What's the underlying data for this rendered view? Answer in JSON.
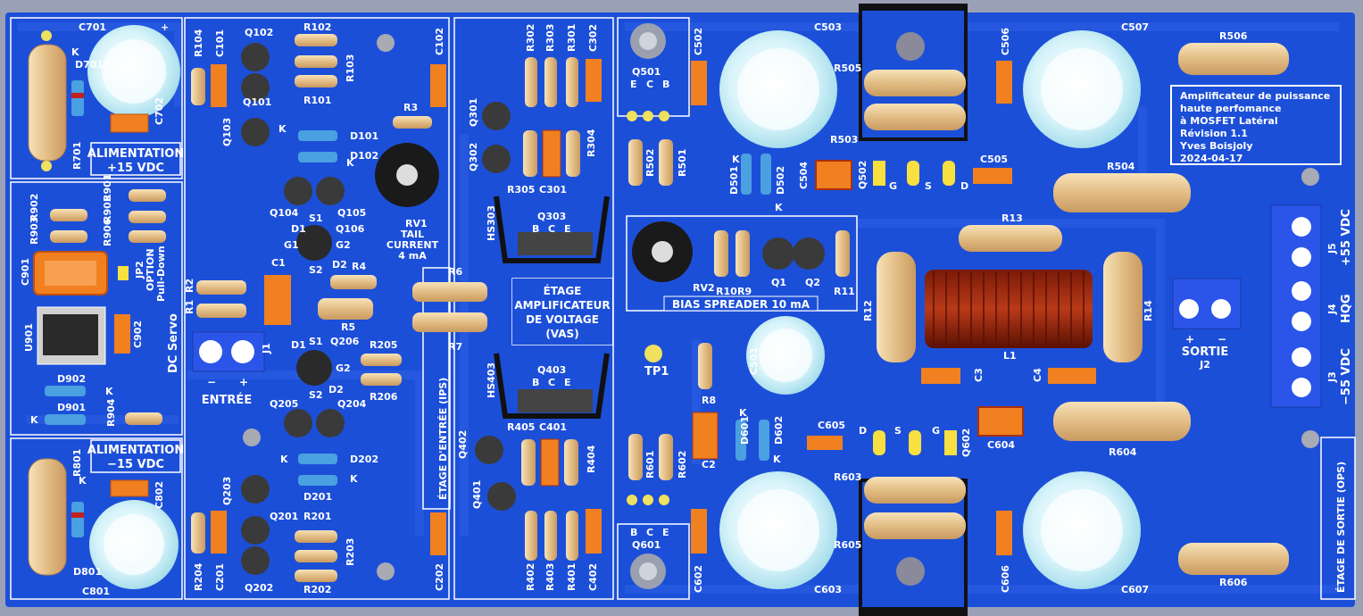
{
  "colors": {
    "board": "#1c4fd8",
    "frame": "#9aa0b6",
    "silkscreen": "#ffffff",
    "resistor": "#e8c890",
    "capacitor_smd": "#f08020",
    "electrolytic": "#c8eef6",
    "transistor": "#3a3a3a",
    "terminal": "#2a55e8",
    "inductor": "#9a2a10",
    "heatsink": "#1a1a1a"
  },
  "labels": {
    "alim_pos_title": "ALIMENTATION",
    "alim_pos_value": "+15 VDC",
    "alim_neg_title": "ALIMENTATION",
    "alim_neg_value": "−15 VDC",
    "dc_servo": "DC Servo",
    "option": "OPTION",
    "pull_down": "Pull-Down",
    "rv1_name": "RV1",
    "rv1_line1": "TAIL",
    "rv1_line2": "CURRENT",
    "rv1_line3": "4 mA",
    "entree": "ENTRÉE",
    "entree_minus": "−",
    "entree_plus": "+",
    "ips": "ÉTAGE D'ENTRÉE (IPS)",
    "vas_line1": "ÉTAGE",
    "vas_line2": "AMPLIFICATEUR",
    "vas_line3": "DE VOLTAGE",
    "vas_line4": "(VAS)",
    "bias_spreader": "BIAS SPREADER 10 mA",
    "tp1": "TP1",
    "ops": "ÉTAGE DE SORTIE (OPS)",
    "sortie": "SORTIE",
    "sortie_plus": "+",
    "sortie_minus": "−",
    "j2": "J2",
    "j3_name": "J3",
    "j3_value": "−55 VDC",
    "j4_name": "J4",
    "j4_value": "HQG",
    "j5_name": "J5",
    "j5_value": "+55 VDC",
    "title_block": [
      "Amplificateur de puissance",
      "haute perfomance",
      "à MOSFET Latéral",
      "Révision 1.1",
      "Yves Boisjoly",
      "2024-04-17"
    ],
    "q501_pins": [
      "E",
      "C",
      "B"
    ],
    "q601_pins": [
      "B",
      "C",
      "E"
    ],
    "q303_pins": [
      "B",
      "C",
      "E"
    ],
    "q403_pins": [
      "B",
      "C",
      "E"
    ],
    "q502_pins": [
      "G",
      "S",
      "D"
    ],
    "q602_pins": [
      "D",
      "S",
      "G"
    ]
  },
  "refs": {
    "C701": "C701",
    "D701": "D701",
    "R701": "R701",
    "C702": "C702",
    "K_d701": "K",
    "R104": "R104",
    "C101": "C101",
    "Q102": "Q102",
    "R102": "R102",
    "R103": "R103",
    "Q101": "Q101",
    "R101": "R101",
    "C102": "C102",
    "R3": "R3",
    "Q103": "Q103",
    "D101": "D101",
    "D102": "D102",
    "K_d101": "K",
    "K_d102": "K",
    "Q104": "Q104",
    "Q105": "Q105",
    "Q106": "Q106",
    "S1a": "S1",
    "D1a": "D1",
    "G1": "G1",
    "G2a": "G2",
    "S2a": "S2",
    "D2a": "D2",
    "R903": "R903",
    "R902": "R902",
    "R905": "R905",
    "R901": "R901",
    "R906": "R906",
    "C901": "C901",
    "JP2": "JP2",
    "U901": "U901",
    "C902": "C902",
    "D902": "D902",
    "D901": "D901",
    "R904": "R904",
    "K_d902": "K",
    "K_d901": "K",
    "R2": "R2",
    "R1": "R1",
    "C1": "C1",
    "R4": "R4",
    "R5": "R5",
    "J1": "J1",
    "R6": "R6",
    "R7": "R7",
    "D1b": "D1",
    "S1b": "S1",
    "Q206": "Q206",
    "G2b": "G2",
    "S2b": "S2",
    "D2b": "D2",
    "R205": "R205",
    "R206": "R206",
    "Q205": "Q205",
    "Q204": "Q204",
    "D202": "D202",
    "D201": "D201",
    "K_d202": "K",
    "K_d201": "K",
    "Q203": "Q203",
    "Q201": "Q201",
    "R201": "R201",
    "R203": "R203",
    "Q202": "Q202",
    "R202": "R202",
    "R204": "R204",
    "C201": "C201",
    "C202": "C202",
    "R801": "R801",
    "D801": "D801",
    "C801": "C801",
    "C802": "C802",
    "K_d801": "K",
    "R302": "R302",
    "R303": "R303",
    "R301": "R301",
    "C302": "C302",
    "Q301": "Q301",
    "Q302": "Q302",
    "R304": "R304",
    "R305": "R305",
    "C301": "C301",
    "HS303": "HS303",
    "Q303": "Q303",
    "HS403": "HS403",
    "Q403": "Q403",
    "R405": "R405",
    "C401": "C401",
    "Q402": "Q402",
    "Q401": "Q401",
    "R404": "R404",
    "R402": "R402",
    "R403": "R403",
    "R401": "R401",
    "C402": "C402",
    "Q501": "Q501",
    "C502": "C502",
    "R502": "R502",
    "R501": "R501",
    "D501": "D501",
    "D502": "D502",
    "K_d501": "K",
    "K_d502": "K",
    "C503": "C503",
    "R505": "R505",
    "R503": "R503",
    "C504": "C504",
    "Q502": "Q502",
    "C506": "C506",
    "C507": "C507",
    "C505": "C505",
    "R506": "R506",
    "R504": "R504",
    "RV2": "RV2",
    "R10": "R10",
    "R9": "R9",
    "Q1": "Q1",
    "Q2": "Q2",
    "R11": "R11",
    "R13": "R13",
    "R12": "R12",
    "R14": "R14",
    "L1": "L1",
    "C3": "C3",
    "C4": "C4",
    "C501": "C501",
    "R8": "R8",
    "C2": "C2",
    "D601": "D601",
    "D602": "D602",
    "K_d601": "K",
    "K_d602": "K",
    "R601": "R601",
    "R602": "R602",
    "Q601": "Q601",
    "C602": "C602",
    "C605": "C605",
    "Q602": "Q602",
    "C604": "C604",
    "R604": "R604",
    "R603": "R603",
    "R605": "R605",
    "C603": "C603",
    "C606": "C606",
    "C607": "C607",
    "R606": "R606"
  }
}
